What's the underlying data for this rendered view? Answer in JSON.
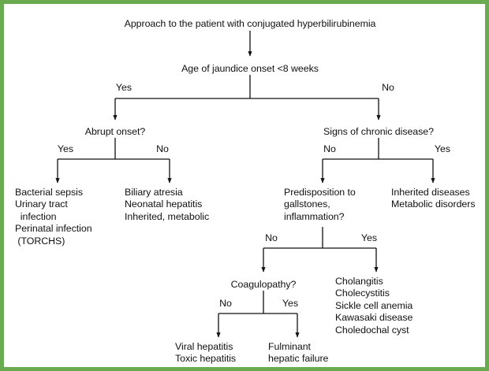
{
  "figure": {
    "border_color": "#6aab52",
    "background": "#ffffff",
    "line_color": "#111111",
    "type": "clinical-decision-flowchart"
  },
  "nodes": {
    "title": "Approach to the patient with conjugated hyperbilirubinemia",
    "age_of_onset": "Age of jaundice onset <8 weeks",
    "abrupt_onset": "Abrupt onset?",
    "signs_chronic": "Signs of chronic disease?",
    "predisposition": "Predisposition to\ngallstones,\ninflammation?",
    "coagulopathy": "Coagulopathy?"
  },
  "leaves": {
    "bacterial": "Bacterial sepsis\nUrinary tract\n  infection\nPerinatal infection\n (TORCHS)",
    "biliary": "Biliary atresia\nNeonatal hepatitis\nInherited, metabolic",
    "inherited": "Inherited diseases\nMetabolic disorders",
    "cholangitis": "Cholangitis\nCholecystitis\nSickle cell anemia\nKawasaki disease\nCholedochal cyst",
    "viral": "Viral hepatitis\nToxic hepatitis",
    "fulminant": "Fulminant\nhepatic failure"
  },
  "branch_labels": {
    "l1_yes": "Yes",
    "l1_no": "No",
    "l2a_yes": "Yes",
    "l2a_no": "No",
    "l2b_no": "No",
    "l2b_yes": "Yes",
    "l3_no": "No",
    "l3_yes": "Yes",
    "l4_no": "No",
    "l4_yes": "Yes"
  }
}
